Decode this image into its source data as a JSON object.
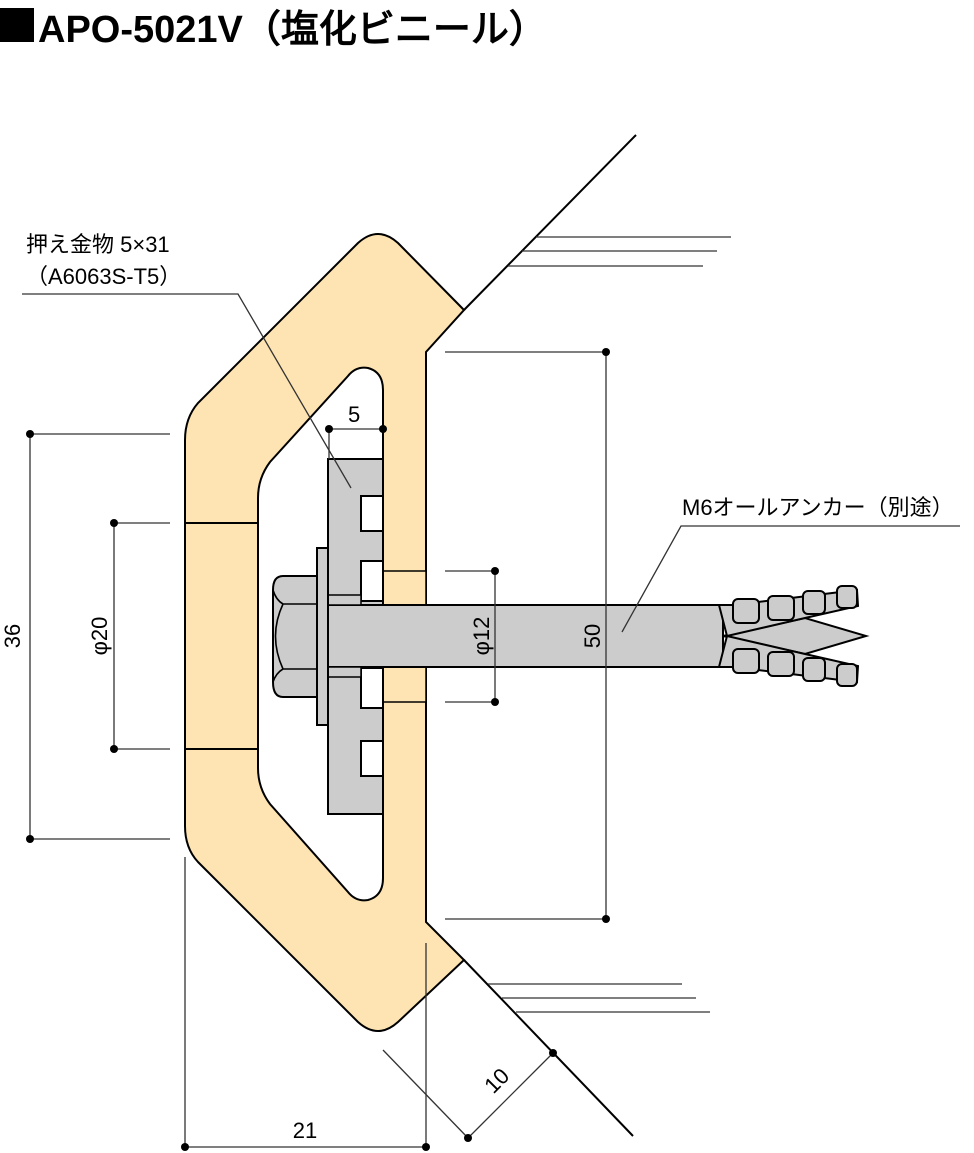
{
  "title": {
    "text": "APO-5021V（塩化ビニール）",
    "model": "APO-5021V",
    "material": "（塩化ビニール）"
  },
  "labels": {
    "bracket_line1": "押え金物 5×31",
    "bracket_line2": "（A6063S-T5）",
    "anchor": "M6オールアンカー（別途）"
  },
  "dimensions": {
    "d5": "5",
    "d36": "36",
    "d20": "φ20",
    "d12": "φ12",
    "d50": "50",
    "d21": "21",
    "d10": "10"
  },
  "colors": {
    "pvc": "#fde4b2",
    "metal": "#cccccc",
    "line": "#000000"
  }
}
